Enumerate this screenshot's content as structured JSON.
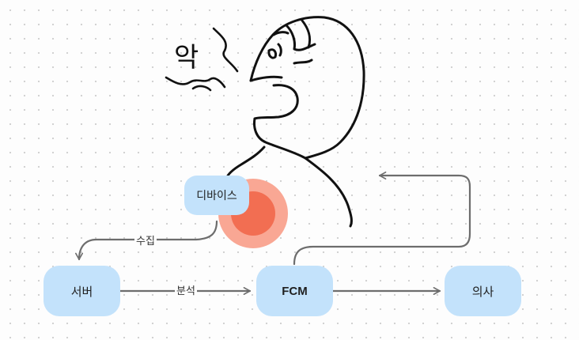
{
  "diagram": {
    "nodes": {
      "device": "디바이스",
      "server": "서버",
      "fcm": "FCM",
      "doctor": "의사"
    },
    "edges": {
      "collect": "수집",
      "analyze": "분석"
    },
    "sketch_text": "악"
  },
  "colors": {
    "node_fill": "#c3e2fb",
    "alert_outer": "#f9a794",
    "alert_inner": "#f26e52",
    "arrow": "#6d6d6d",
    "ink": "#111111"
  },
  "icons": [
    "person-sketch",
    "alert-dot"
  ]
}
